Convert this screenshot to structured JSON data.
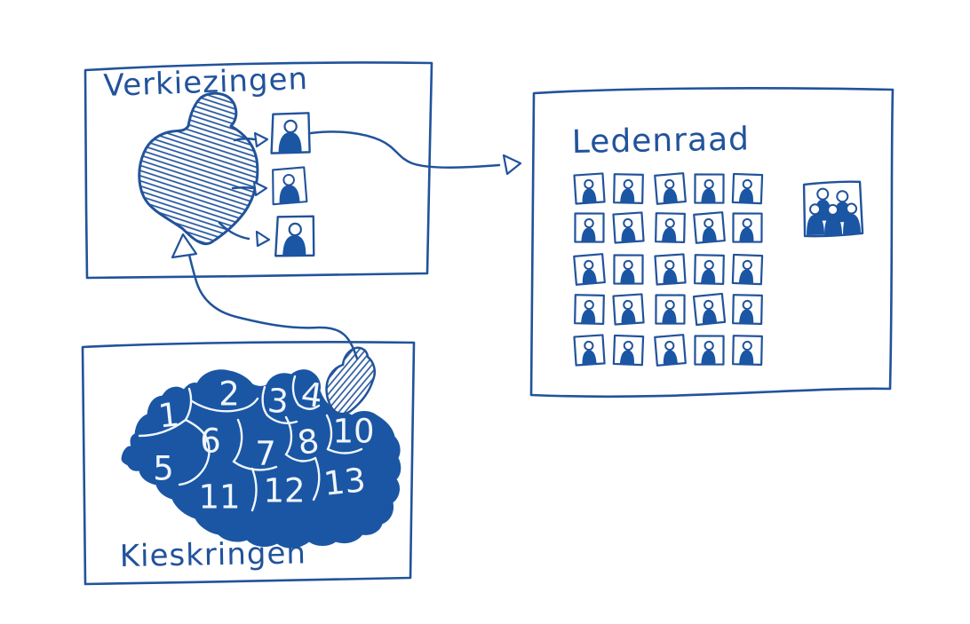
{
  "verkiezingen": {
    "title": "Verkiezingen",
    "candidate_count": 3,
    "blob_icon": "hatched-district-blob"
  },
  "ledenraad": {
    "title": "Ledenraad",
    "member_count": 25,
    "group_icon": "group-portrait-icon"
  },
  "kieskringen": {
    "title": "Kieskringen",
    "region_labels": [
      "1",
      "2",
      "3",
      "4",
      "5",
      "6",
      "7",
      "8",
      "10",
      "11",
      "12",
      "13"
    ],
    "selected_region_icon": "hatched-region"
  },
  "colors": {
    "ink": "#21539b",
    "fill": "#1a56a4",
    "map_line": "#f0f6fc",
    "background": "#ffffff"
  }
}
